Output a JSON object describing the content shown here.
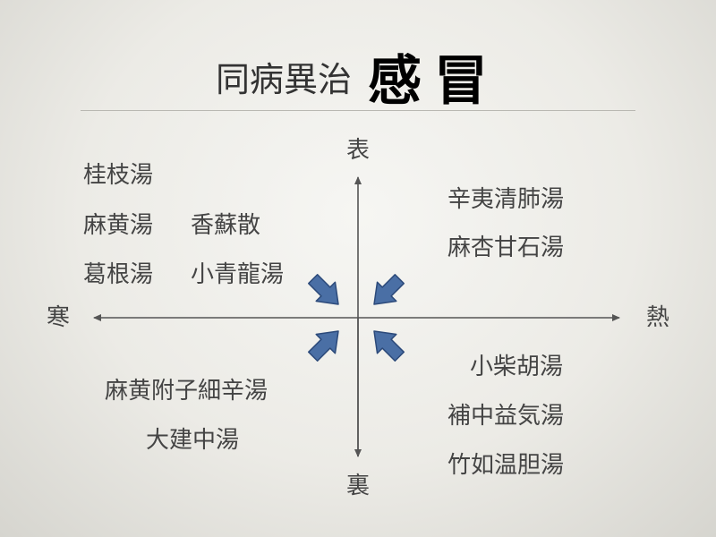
{
  "title": {
    "prefix": "同病異治",
    "main": "感冒"
  },
  "axes": {
    "top": "表",
    "bottom": "裏",
    "left": "寒",
    "right": "熱"
  },
  "quadrants": {
    "top_left": [
      "桂枝湯",
      "麻黄湯",
      "葛根湯",
      "香蘇散",
      "小青龍湯"
    ],
    "top_right": [
      "辛夷清肺湯",
      "麻杏甘石湯"
    ],
    "bottom_left": [
      "麻黄附子細辛湯",
      "大建中湯"
    ],
    "bottom_right": [
      "小柴胡湯",
      "補中益気湯",
      "竹如温胆湯"
    ]
  },
  "colors": {
    "arrow_fill": "#4a6fa5",
    "arrow_stroke": "#2c4a7a",
    "axis": "#555555"
  }
}
